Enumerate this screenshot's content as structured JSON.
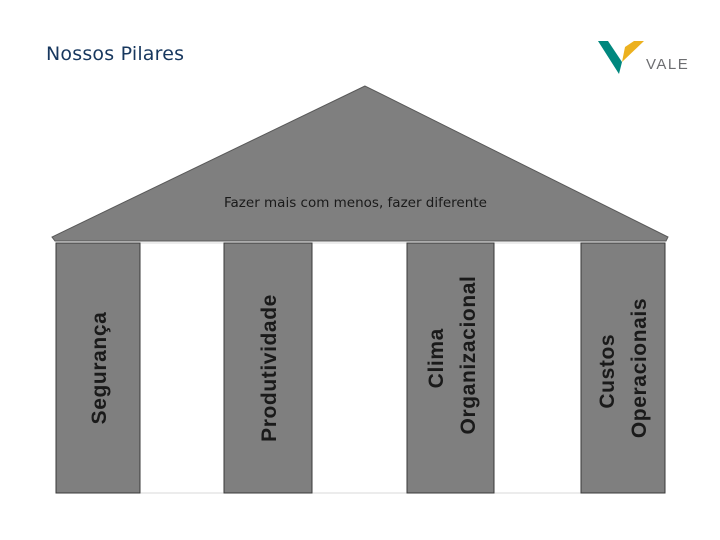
{
  "title": "Nossos Pilares",
  "logo": {
    "text": "VALE",
    "colors": {
      "green": "#00877e",
      "yellow": "#ecb11f",
      "gray": "#6d6e71"
    }
  },
  "roof": {
    "label": "Fazer mais com menos, fazer diferente",
    "color": "#7f7f7f"
  },
  "pillars": [
    {
      "lines": [
        "Segurança"
      ]
    },
    {
      "lines": [
        "Produtividade"
      ]
    },
    {
      "lines": [
        "Clima",
        "Organizacional"
      ]
    },
    {
      "lines": [
        "Custos",
        "Operacionais"
      ]
    }
  ],
  "colors": {
    "title": "#17375e",
    "pillar_fill": "#7f7f7f",
    "pillar_outline": "#3a3a3a",
    "gap_outline": "#d9d9d9"
  }
}
